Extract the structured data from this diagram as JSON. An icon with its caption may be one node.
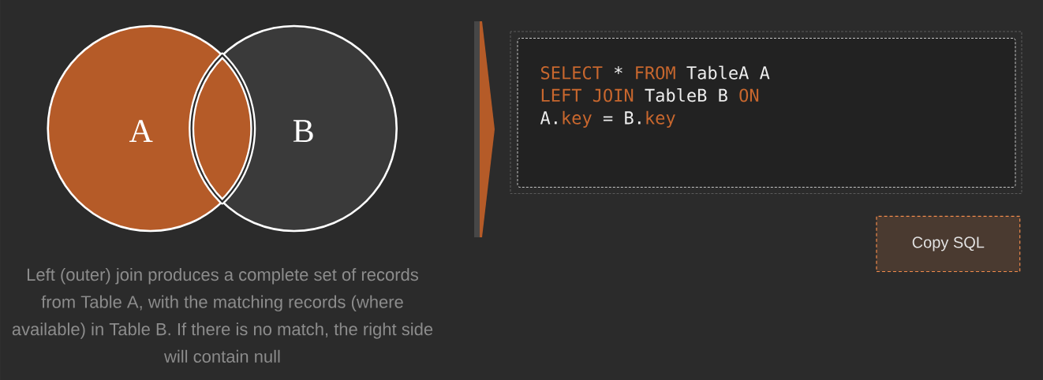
{
  "diagram": {
    "nodes": [
      {
        "text": [
          "A"
        ]
      },
      {
        "text": [
          "B"
        ]
      },
      {
        "text": [
          "SELECT * FROM TableA A LEFT JOIN TableB B ON A.key = B.key"
        ]
      },
      {
        "text": [
          "Copy SQL"
        ]
      }
    ],
    "caption": "Left (outer) join produces a complete set of records from Table A, with the matching records (where available) in Table B. If there is no match, the right side will contain null"
  }
}
